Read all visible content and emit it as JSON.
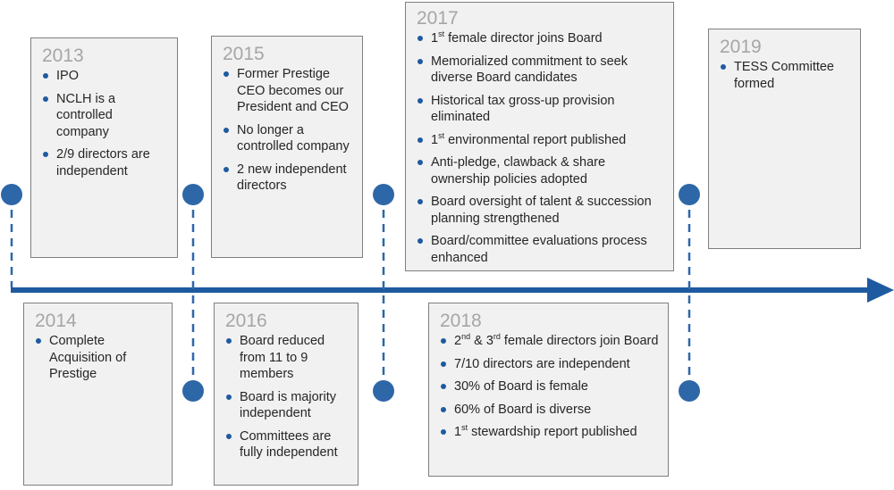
{
  "colors": {
    "line": "#1e5aa0",
    "dot": "#2e67a8",
    "card_bg": "#f1f1f1",
    "card_border": "#7f7f7f",
    "year_text": "#a6a6a6"
  },
  "milestones": [
    {
      "year": "2013",
      "items": [
        {
          "t": "IPO"
        },
        {
          "t": "NCLH is a controlled company"
        },
        {
          "t": "2/9 directors are independent"
        }
      ]
    },
    {
      "year": "2014",
      "items": [
        {
          "t": "Complete Acquisition of Prestige"
        }
      ]
    },
    {
      "year": "2015",
      "items": [
        {
          "t": "Former Prestige CEO becomes our President and CEO"
        },
        {
          "t": "No longer a controlled company"
        },
        {
          "t": "2 new independent directors"
        }
      ]
    },
    {
      "year": "2016",
      "items": [
        {
          "t": "Board reduced from 11 to 9 members"
        },
        {
          "t": "Board is majority independent"
        },
        {
          "t": "Committees are fully independent"
        }
      ]
    },
    {
      "year": "2017",
      "items": [
        {
          "p": "1",
          "s": "st",
          "t": " female director joins Board"
        },
        {
          "t": "Memorialized commitment to seek diverse Board candidates"
        },
        {
          "t": "Historical tax gross-up provision eliminated"
        },
        {
          "p": "1",
          "s": "st",
          "t": " environmental report published"
        },
        {
          "t": "Anti-pledge, clawback & share ownership policies adopted"
        },
        {
          "t": "Board oversight of talent & succession planning strengthened"
        },
        {
          "t": "Board/committee evaluations process enhanced"
        }
      ]
    },
    {
      "year": "2018",
      "items": [
        {
          "p": "2",
          "s": "nd",
          "m": " & 3",
          "s2": "rd",
          "t": " female directors join Board"
        },
        {
          "t": "7/10 directors are independent"
        },
        {
          "t": "30% of Board is female"
        },
        {
          "t": "60% of Board is diverse"
        },
        {
          "p": "1",
          "s": "st",
          "t": " stewardship report published"
        }
      ]
    },
    {
      "year": "2019",
      "items": [
        {
          "t": "TESS Committee formed"
        }
      ]
    }
  ]
}
